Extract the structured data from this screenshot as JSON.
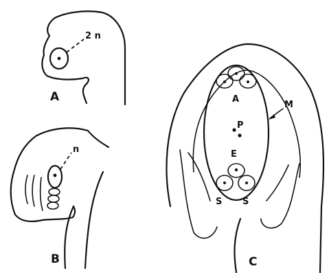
{
  "panels": [
    {
      "id": "A",
      "label": "A",
      "callout": "2 n"
    },
    {
      "id": "B",
      "label": "B",
      "callout": "n"
    },
    {
      "id": "C",
      "label": "C",
      "callouts": [
        "A",
        "M",
        "P",
        "E",
        "S",
        "S"
      ]
    }
  ]
}
